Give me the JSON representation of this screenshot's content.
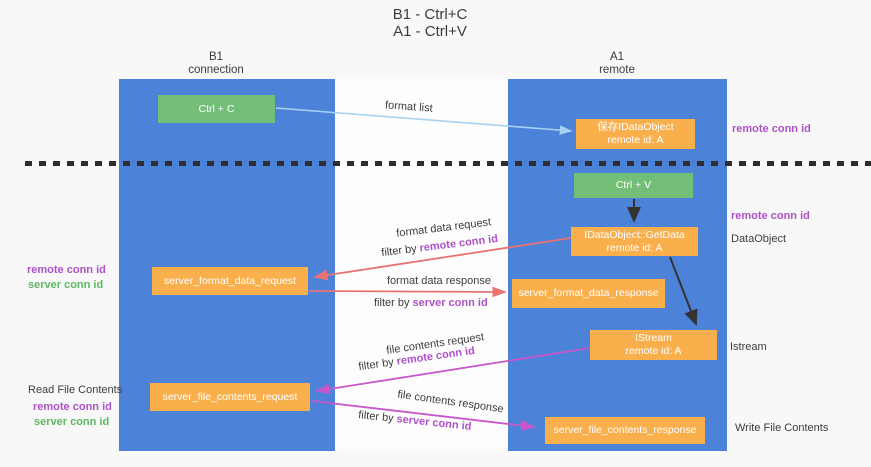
{
  "title": {
    "line1": "B1 - Ctrl+C",
    "line2": "A1 - Ctrl+V"
  },
  "lanes": {
    "left": {
      "header_line1": "B1",
      "header_line2": "connection"
    },
    "right": {
      "header_line1": "A1",
      "header_line2": "remote"
    }
  },
  "nodes": {
    "ctrl_c": {
      "label": "Ctrl + C"
    },
    "save_idataobject": {
      "line1": "保存IDataObject",
      "line2": "remote id: A"
    },
    "ctrl_v": {
      "label": "Ctrl + V"
    },
    "getdata": {
      "line1": "IDataObject::GetData",
      "line2": "remote id: A"
    },
    "server_format_data_request": {
      "label": "server_format_data_request"
    },
    "server_format_data_response": {
      "label": "server_format_data_response"
    },
    "istream": {
      "line1": "IStream",
      "line2": "remote id: A"
    },
    "server_file_contents_request": {
      "label": "server_file_contents_request"
    },
    "server_file_contents_response": {
      "label": "server_file_contents_response"
    }
  },
  "arrow_labels": {
    "format_list": "format list",
    "format_data_request": "format data request",
    "format_data_response": "format data response",
    "file_contents_request": "file contents request",
    "file_contents_response": "file contents response",
    "filter_by": "filter by",
    "remote_conn_id": "remote conn id",
    "server_conn_id": "server conn id"
  },
  "side_labels": {
    "right_remote_conn_id_top": "remote conn id",
    "right_remote_conn_id_mid": "remote conn id",
    "right_dataobject": "DataObject",
    "right_istream": "Istream",
    "right_write_file_contents": "Write File Contents",
    "left_remote_conn_id_top": "remote conn id",
    "left_server_conn_id_top": "server conn id",
    "left_read_file_contents": "Read File Contents",
    "left_remote_conn_id_bottom": "remote conn id",
    "left_server_conn_id_bottom": "server conn id"
  },
  "colors": {
    "lane_blue": "#4d82d9",
    "node_green": "#74bf78",
    "node_orange": "#f9af4b",
    "purple_text": "#ae52c8",
    "green_text": "#5cb860",
    "arrow_red": "#e87373",
    "arrow_magenta": "#c757cb",
    "arrow_lightblue": "#a5d2f3",
    "arrow_black": "#333333",
    "dashed_line": "#2d2d2d"
  }
}
